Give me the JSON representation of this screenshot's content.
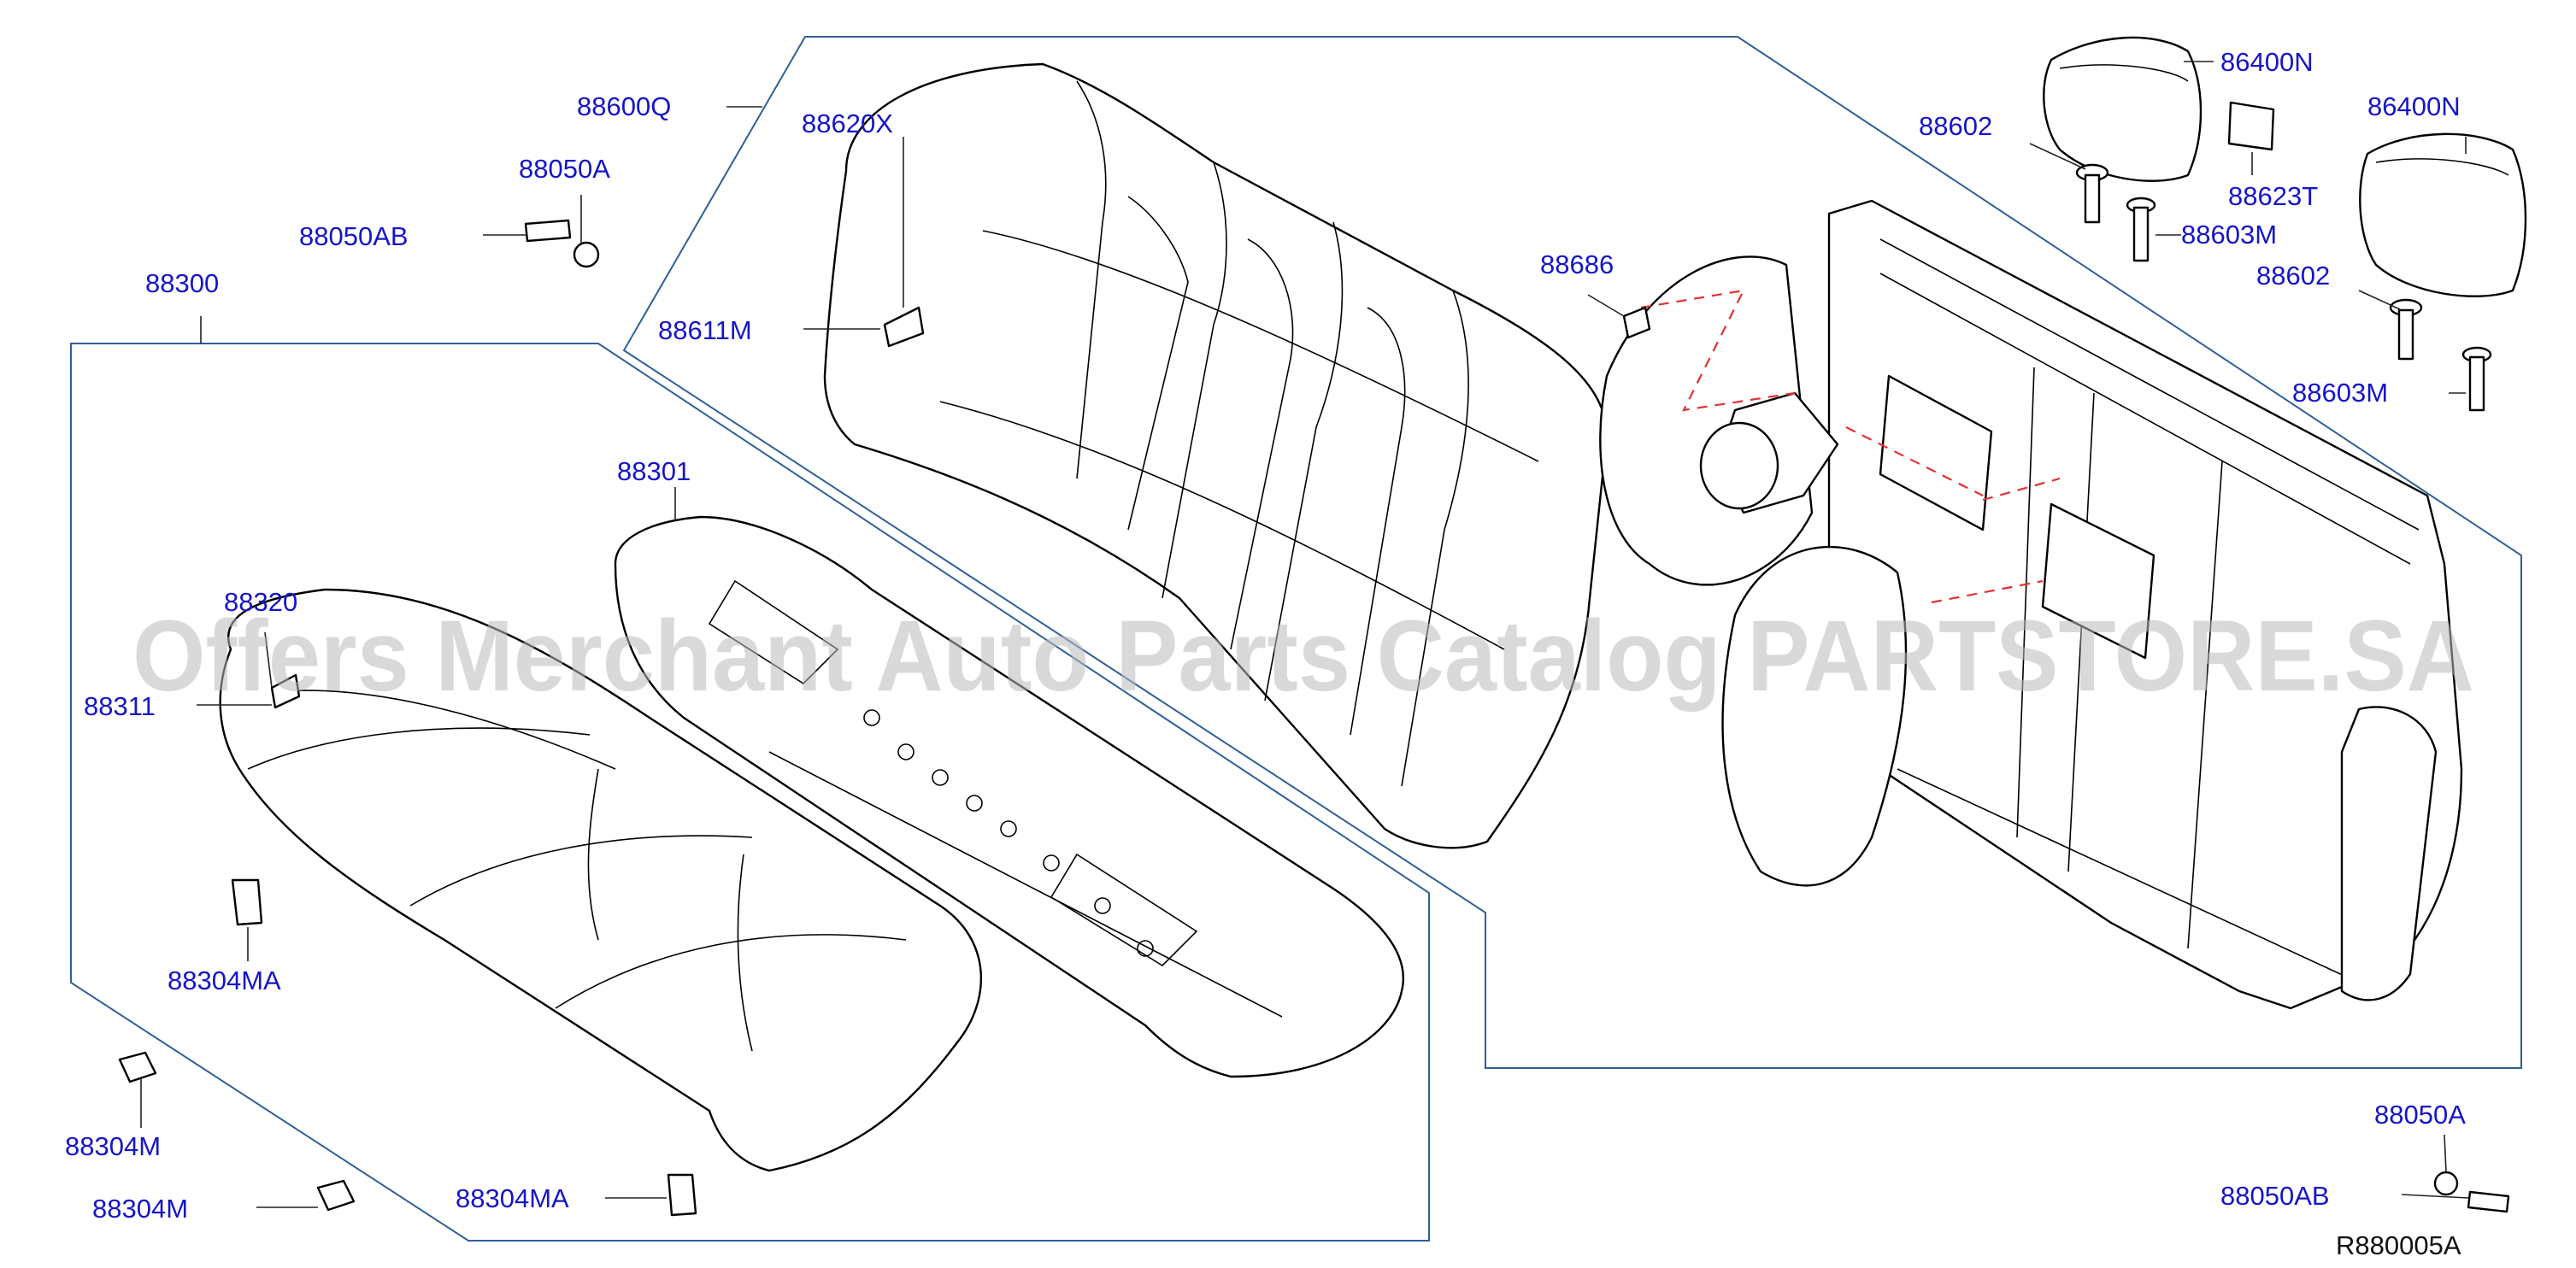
{
  "diagram": {
    "watermark": "Offers Merchant Auto Parts Catalog PARTSTORE.SA",
    "reference_code": "R880005A",
    "labels": {
      "l88600Q": "88600Q",
      "l88620X": "88620X",
      "l88611M": "88611M",
      "l88050A_top": "88050A",
      "l88050AB_top": "88050AB",
      "l88300": "88300",
      "l88301": "88301",
      "l88320": "88320",
      "l88311": "88311",
      "l88304MA_left": "88304MA",
      "l88304M_a": "88304M",
      "l88304M_b": "88304M",
      "l88304MA_bottom": "88304MA",
      "l86400N_a": "86400N",
      "l86400N_b": "86400N",
      "l88602_a": "88602",
      "l88602_b": "88602",
      "l88623T": "88623T",
      "l88603M_a": "88603M",
      "l88603M_b": "88603M",
      "l88686": "88686",
      "l88050A_bottom": "88050A",
      "l88050AB_bottom": "88050AB"
    },
    "colors": {
      "label": "#1515c8",
      "group_outline": "#2f5f9a",
      "dashed_leader": "#e23030",
      "line_art": "#000000"
    }
  }
}
